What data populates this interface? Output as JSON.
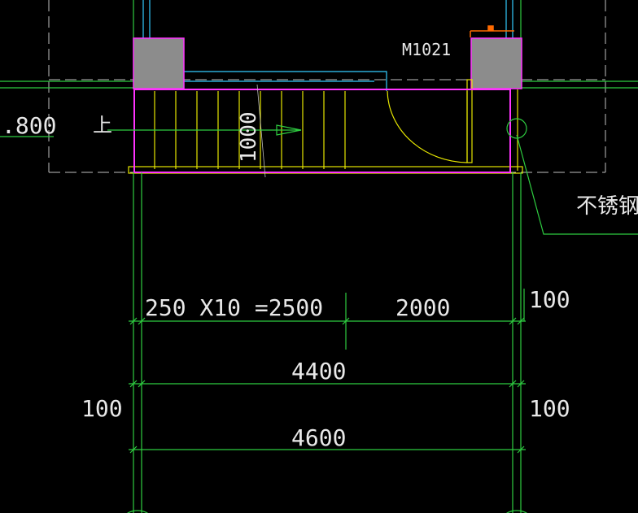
{
  "labels": {
    "door_code": "M1021",
    "elevation_partial": ".800",
    "stair_up": "上",
    "stair_dim": "1000",
    "material_note": "不锈钢",
    "dim_steps": "250 X10 =2500",
    "dim_landing": "2000",
    "dim_right_1": "100",
    "dim_total_inner": "4400",
    "dim_left_2": "100",
    "dim_right_2": "100",
    "dim_total_outer": "4600"
  },
  "colors": {
    "background": "#000000",
    "dimension_line": "#2ecc40",
    "stair_tread": "#e6e600",
    "stair_outline": "#ff33ff",
    "column_fill": "#8c8c8c",
    "axis_dash": "#bfbfbf",
    "cyan_line": "#33ccff",
    "orange_mark": "#ff6a00",
    "text": "#e8e8e8"
  }
}
